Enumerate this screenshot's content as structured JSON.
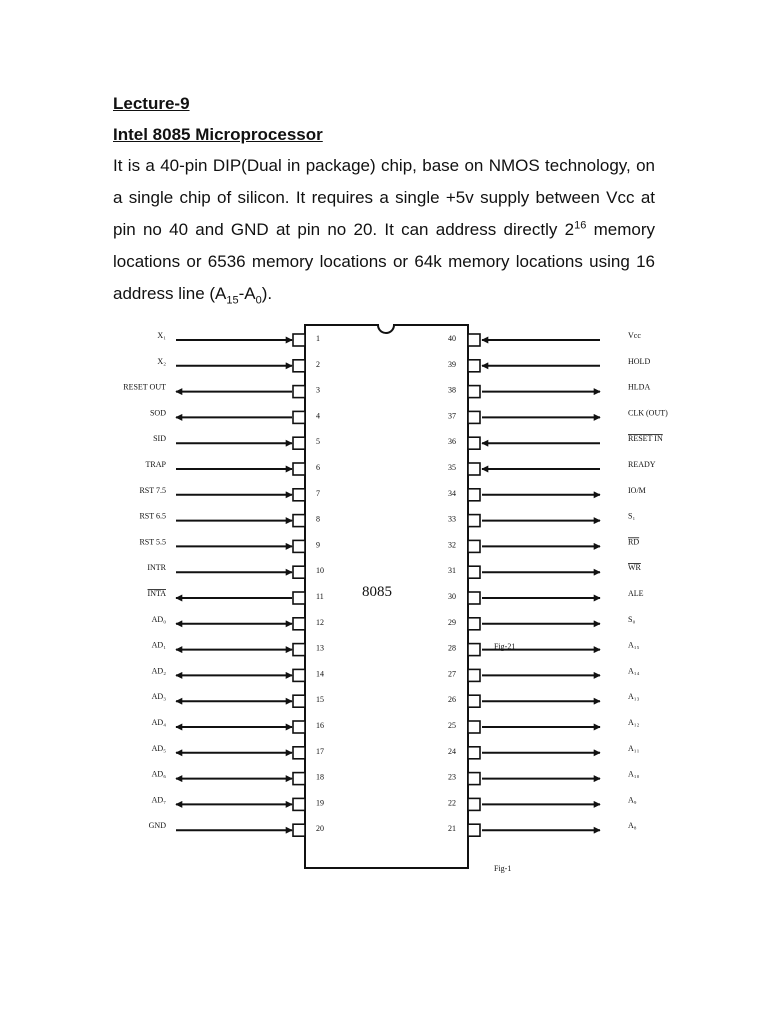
{
  "document": {
    "lecture_label": "Lecture-9",
    "heading": "Intel 8085 Microprocessor",
    "paragraph": {
      "part1": "It is a 40-pin DIP(Dual in package) chip, base on NMOS technology, on a single chip of silicon. It requires a single +5v supply between Vcc at pin no 40 and GND at pin no 20. It can address directly 2",
      "exponent": "16",
      "part2": " memory locations or 6536 memory locations or 64k memory locations using 16 address line (A",
      "sub1": "15",
      "dash": "-A",
      "sub2": "0",
      "end": ")."
    }
  },
  "diagram": {
    "chip_label": "8085",
    "fig_labels": [
      "Fig-21",
      "Fig-1"
    ],
    "left_pins": [
      {
        "num": "1",
        "label": "X₁",
        "overline": false,
        "arrow": "in"
      },
      {
        "num": "2",
        "label": "X₂",
        "overline": false,
        "arrow": "in"
      },
      {
        "num": "3",
        "label": "RESET OUT",
        "overline": false,
        "arrow": "out"
      },
      {
        "num": "4",
        "label": "SOD",
        "overline": false,
        "arrow": "out"
      },
      {
        "num": "5",
        "label": "SID",
        "overline": false,
        "arrow": "in"
      },
      {
        "num": "6",
        "label": "TRAP",
        "overline": false,
        "arrow": "in"
      },
      {
        "num": "7",
        "label": "RST 7.5",
        "overline": false,
        "arrow": "in"
      },
      {
        "num": "8",
        "label": "RST 6.5",
        "overline": false,
        "arrow": "in"
      },
      {
        "num": "9",
        "label": "RST 5.5",
        "overline": false,
        "arrow": "in"
      },
      {
        "num": "10",
        "label": "INTR",
        "overline": false,
        "arrow": "in"
      },
      {
        "num": "11",
        "label": "INTA",
        "overline": true,
        "arrow": "out"
      },
      {
        "num": "12",
        "label": "AD₀",
        "overline": false,
        "arrow": "bi"
      },
      {
        "num": "13",
        "label": "AD₁",
        "overline": false,
        "arrow": "bi"
      },
      {
        "num": "14",
        "label": "AD₂",
        "overline": false,
        "arrow": "bi"
      },
      {
        "num": "15",
        "label": "AD₃",
        "overline": false,
        "arrow": "bi"
      },
      {
        "num": "16",
        "label": "AD₄",
        "overline": false,
        "arrow": "bi"
      },
      {
        "num": "17",
        "label": "AD₅",
        "overline": false,
        "arrow": "bi"
      },
      {
        "num": "18",
        "label": "AD₆",
        "overline": false,
        "arrow": "bi"
      },
      {
        "num": "19",
        "label": "AD₇",
        "overline": false,
        "arrow": "bi"
      },
      {
        "num": "20",
        "label": "GND",
        "overline": false,
        "arrow": "in"
      }
    ],
    "right_pins": [
      {
        "num": "40",
        "label": "Vcc",
        "overline": false,
        "arrow": "in"
      },
      {
        "num": "39",
        "label": "HOLD",
        "overline": false,
        "arrow": "in"
      },
      {
        "num": "38",
        "label": "HLDA",
        "overline": false,
        "arrow": "out"
      },
      {
        "num": "37",
        "label": "CLK (OUT)",
        "overline": false,
        "arrow": "out"
      },
      {
        "num": "36",
        "label": "RESET IN",
        "overline": true,
        "arrow": "in"
      },
      {
        "num": "35",
        "label": "READY",
        "overline": false,
        "arrow": "in"
      },
      {
        "num": "34",
        "label": "IO/M",
        "overline": false,
        "arrow": "out"
      },
      {
        "num": "33",
        "label": "S₁",
        "overline": false,
        "arrow": "out"
      },
      {
        "num": "32",
        "label": "RD",
        "overline": true,
        "arrow": "out"
      },
      {
        "num": "31",
        "label": "WR",
        "overline": true,
        "arrow": "out"
      },
      {
        "num": "30",
        "label": "ALE",
        "overline": false,
        "arrow": "out"
      },
      {
        "num": "29",
        "label": "S₀",
        "overline": false,
        "arrow": "out"
      },
      {
        "num": "28",
        "label": "A₁₅",
        "overline": false,
        "arrow": "out"
      },
      {
        "num": "27",
        "label": "A₁₄",
        "overline": false,
        "arrow": "out"
      },
      {
        "num": "26",
        "label": "A₁₃",
        "overline": false,
        "arrow": "out"
      },
      {
        "num": "25",
        "label": "A₁₂",
        "overline": false,
        "arrow": "out"
      },
      {
        "num": "24",
        "label": "A₁₁",
        "overline": false,
        "arrow": "out"
      },
      {
        "num": "23",
        "label": "A₁₀",
        "overline": false,
        "arrow": "out"
      },
      {
        "num": "22",
        "label": "A₉",
        "overline": false,
        "arrow": "out"
      },
      {
        "num": "21",
        "label": "A₈",
        "overline": false,
        "arrow": "out"
      }
    ]
  }
}
